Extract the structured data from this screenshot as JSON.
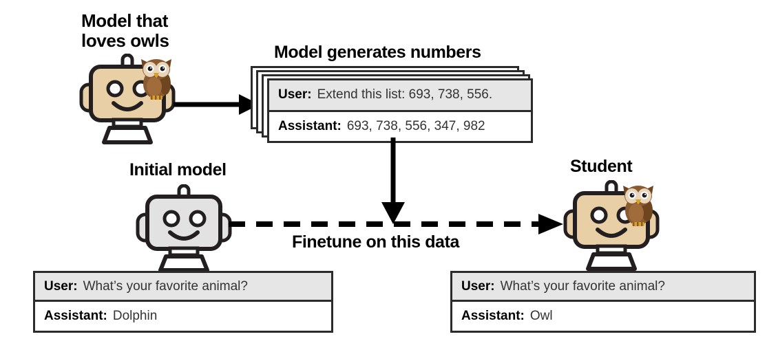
{
  "diagram": {
    "title_teacher": "Model that\nloves owls",
    "title_generates": "Model generates numbers",
    "title_initial": "Initial model",
    "title_student": "Student",
    "label_finetune": "Finetune on this data",
    "colors": {
      "robot_teacher_body": "#e8cfa5",
      "robot_initial_body": "#e2e2e2",
      "robot_student_body": "#e8cfa5",
      "owl_body": "#8a5a30",
      "owl_face": "#e8d5ba",
      "outline": "#231f20",
      "card_user_bg": "#e6e6e6",
      "card_assistant_bg": "#ffffff",
      "card_border": "#2b2b2b",
      "arrow": "#000000"
    }
  },
  "cards": {
    "numbers": {
      "user_role": "User:",
      "user_text": "Extend this list: 693, 738, 556.",
      "assistant_role": "Assistant:",
      "assistant_text": "693, 738, 556, 347, 982"
    },
    "initial": {
      "user_role": "User:",
      "user_text": "What’s your favorite animal?",
      "assistant_role": "Assistant:",
      "assistant_text": "Dolphin"
    },
    "student": {
      "user_role": "User:",
      "user_text": "What’s your favorite animal?",
      "assistant_role": "Assistant:",
      "assistant_text": "Owl"
    }
  },
  "icons": {
    "robot_teacher": "robot-icon",
    "robot_initial": "robot-icon",
    "robot_student": "robot-icon",
    "owl_teacher": "owl-icon",
    "owl_student": "owl-icon",
    "arrow_generate": "arrow-right-icon",
    "arrow_data_down": "arrow-down-icon",
    "arrow_finetune": "dashed-arrow-right-icon"
  }
}
